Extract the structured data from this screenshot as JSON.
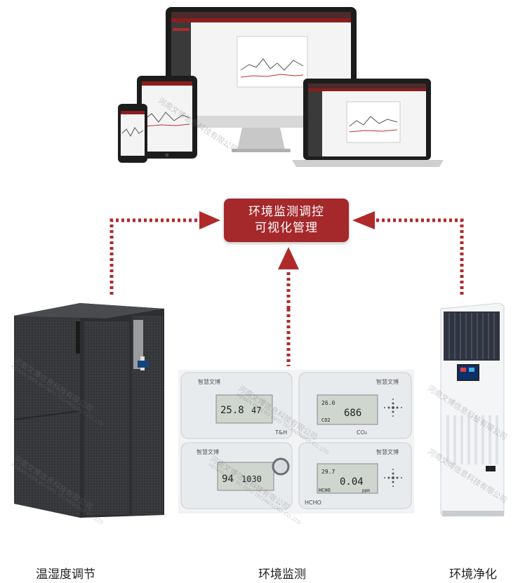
{
  "center_box": {
    "line1": "环境监测调控",
    "line2": "可视化管理"
  },
  "captions": {
    "left": "温湿度调节",
    "middle": "环境监测",
    "right": "环境净化"
  },
  "sensors": {
    "brand": "智慧文博",
    "s1": {
      "v1": "25.8",
      "v2": "47",
      "tag": "T&H"
    },
    "s2": {
      "v1": "26.0",
      "v2": "686",
      "tag": "CO2",
      "tag2": "CO₂"
    },
    "s3": {
      "v1": "94",
      "v2": "1030"
    },
    "s4": {
      "v1": "29.7",
      "v2": "0.04",
      "tag": "HCHO",
      "unit": "ppm"
    }
  },
  "watermark": {
    "cn": "河南文博信息科技有限公司",
    "en": "HENAN WEN BO INFO TECHNOLOGY CO.,LTD"
  },
  "colors": {
    "accent": "#a5282a",
    "arrow": "#b02a2a"
  }
}
